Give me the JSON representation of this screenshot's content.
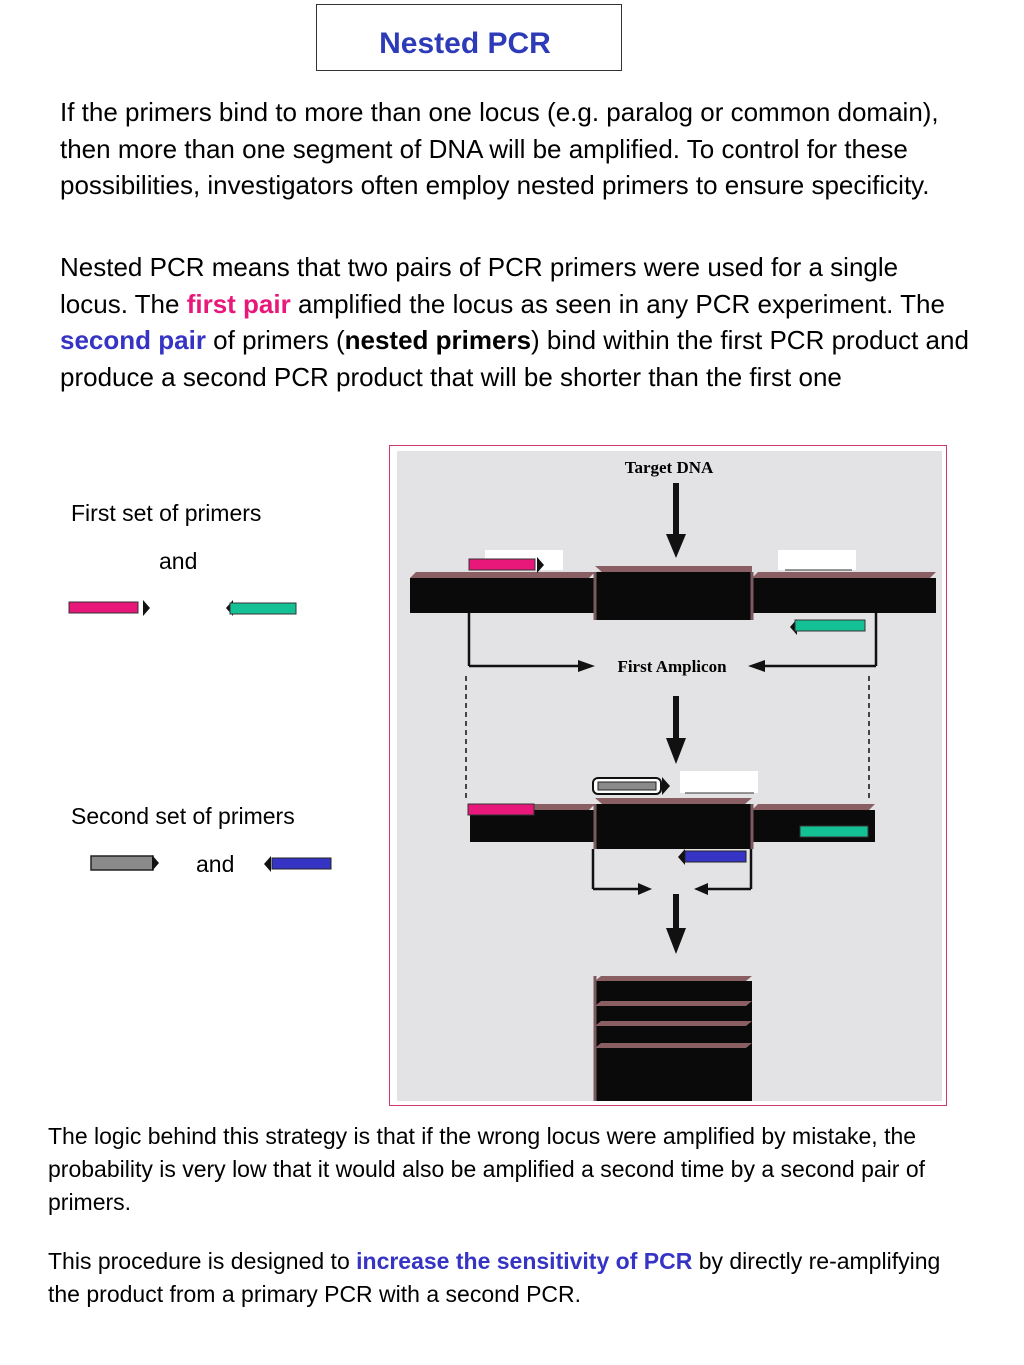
{
  "title": "Nested PCR",
  "para1": "If the primers bind to more than one locus (e.g. paralog or common domain), then more than one segment of DNA will be amplified. To control for these possibilities, investigators often employ nested primers to ensure specificity.",
  "para2": {
    "t1": "Nested PCR means that two pairs of PCR primers were used for a single locus. The ",
    "first_pair": "first pair",
    "t2": " amplified the locus as seen in any PCR experiment. The ",
    "second_pair": "second pair",
    "t3": " of primers (",
    "nested_primers": "nested primers",
    "t4": ") bind within the first PCR product and produce a second PCR product that will be shorter than the first one"
  },
  "legend": {
    "first_set": "First set of primers",
    "and1": "and",
    "second_set": "Second set of primers",
    "and2": "and"
  },
  "figure": {
    "target_dna": "Target DNA",
    "first_amplicon": "First Amplicon"
  },
  "para3": "The logic behind this strategy is that if the wrong locus were amplified by mistake, the probability is very low that it would also be amplified a second time by a second pair of primers.",
  "para4": {
    "t1": "This procedure is designed to ",
    "highlight": "increase the sensitivity of PCR",
    "t2": " by directly re-amplifying the product from a primary PCR with a second PCR."
  },
  "colors": {
    "title_blue": "#2e3bb8",
    "pink_primer": "#e8177a",
    "green_primer": "#14c194",
    "gray_primer": "#8a8a8a",
    "blue_primer": "#3634c4",
    "dna_black": "#0a0a0a",
    "dna_maroon": "#8a5f64"
  }
}
